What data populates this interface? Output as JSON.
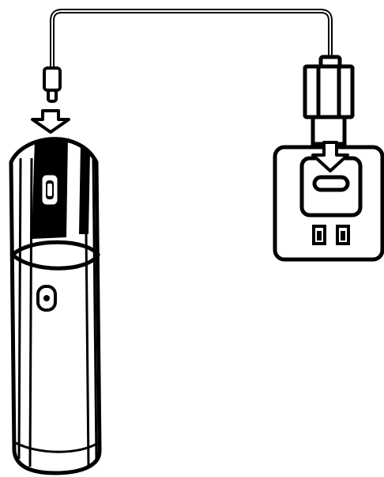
{
  "diagram": {
    "kind": "charging-instruction-illustration",
    "stroke_color": "#000000",
    "background_color": "#ffffff",
    "parts": [
      {
        "name": "device",
        "icon": "vape-device-icon"
      },
      {
        "name": "usb-c-port",
        "icon": "usb-c-port-icon"
      },
      {
        "name": "cable",
        "icon": "cable-icon"
      },
      {
        "name": "usb-c-plug",
        "icon": "usb-c-plug-icon"
      },
      {
        "name": "usb-a-plug",
        "icon": "usb-a-plug-icon"
      },
      {
        "name": "wall-adapter",
        "icon": "wall-adapter-icon"
      },
      {
        "name": "insert-arrow-device",
        "icon": "down-arrow-icon"
      },
      {
        "name": "insert-arrow-adapter",
        "icon": "down-arrow-icon"
      }
    ]
  }
}
